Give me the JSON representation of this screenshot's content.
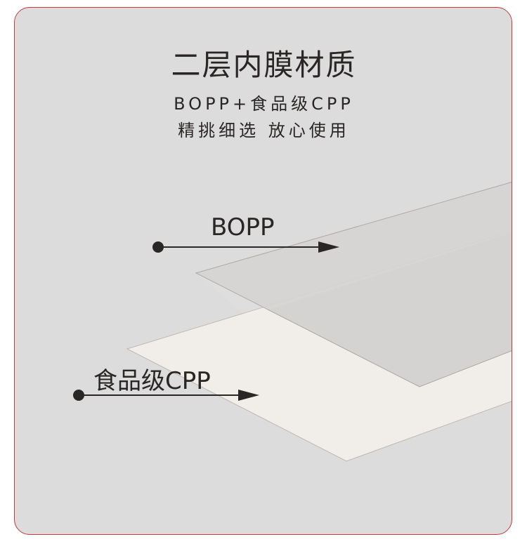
{
  "header": {
    "title": "二层内膜材质",
    "subtitle_line1": "BOPP+食品级CPP",
    "subtitle_line2": "精挑细选 放心使用"
  },
  "layers": {
    "top_label": "BOPP",
    "bottom_label": "食品级CPP"
  },
  "colors": {
    "background": "#dcdcdc",
    "border": "#c23b3b",
    "bopp_film": "#d2d0cf",
    "cpp_film": "#f1ede8",
    "text": "#2b2626"
  }
}
